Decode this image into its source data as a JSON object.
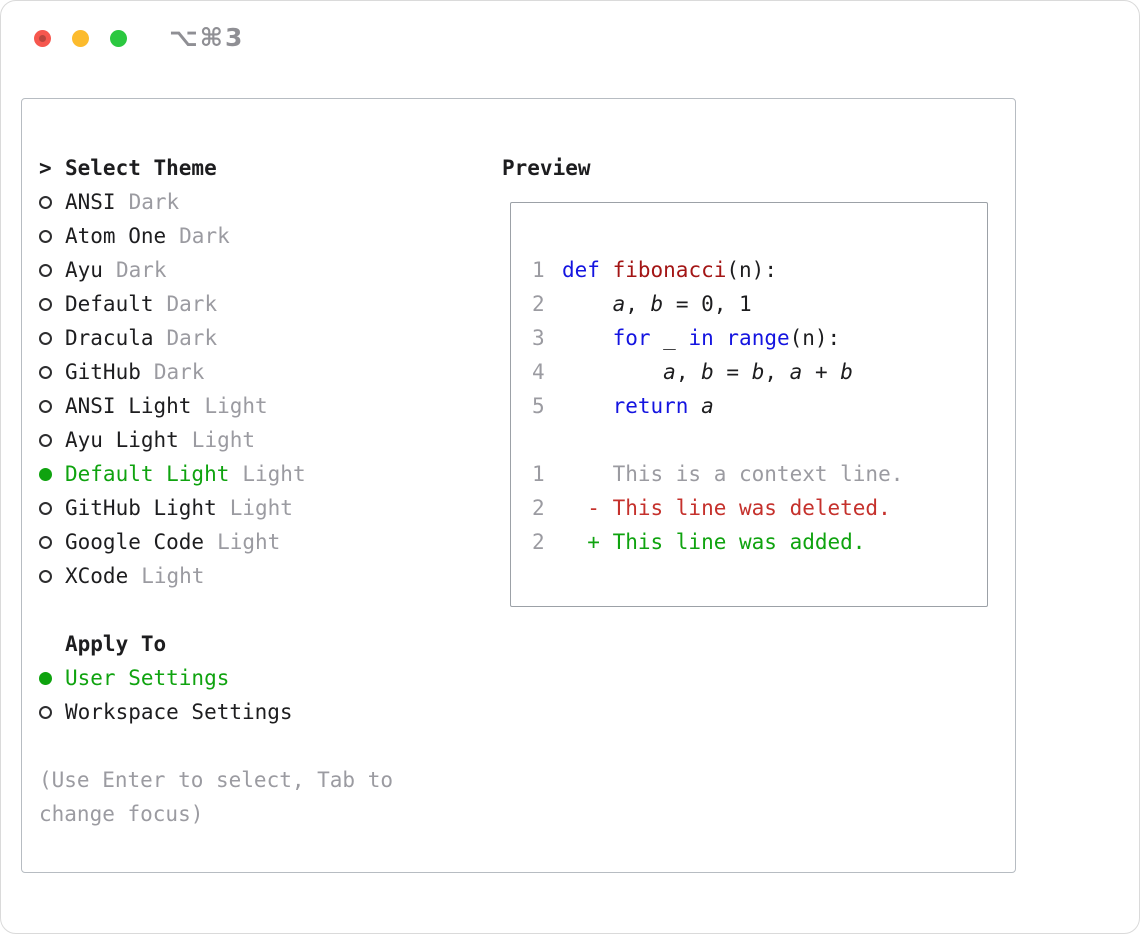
{
  "window": {
    "titlebar": {
      "shortcut_label": "⌥⌘3"
    }
  },
  "theme_selector": {
    "prompt": ">",
    "title": "Select Theme",
    "items": [
      {
        "name": "ANSI",
        "variant": "Dark",
        "selected": false
      },
      {
        "name": "Atom One",
        "variant": "Dark",
        "selected": false
      },
      {
        "name": "Ayu",
        "variant": "Dark",
        "selected": false
      },
      {
        "name": "Default",
        "variant": "Dark",
        "selected": false
      },
      {
        "name": "Dracula",
        "variant": "Dark",
        "selected": false
      },
      {
        "name": "GitHub",
        "variant": "Dark",
        "selected": false
      },
      {
        "name": "ANSI Light",
        "variant": "Light",
        "selected": false
      },
      {
        "name": "Ayu Light",
        "variant": "Light",
        "selected": false
      },
      {
        "name": "Default Light",
        "variant": "Light",
        "selected": true
      },
      {
        "name": "GitHub Light",
        "variant": "Light",
        "selected": false
      },
      {
        "name": "Google Code",
        "variant": "Light",
        "selected": false
      },
      {
        "name": "XCode",
        "variant": "Light",
        "selected": false
      }
    ]
  },
  "apply_to": {
    "title": "Apply To",
    "options": [
      {
        "name": "User Settings",
        "selected": true
      },
      {
        "name": "Workspace Settings",
        "selected": false
      }
    ]
  },
  "hint": "(Use Enter to select, Tab to change focus)",
  "preview": {
    "title": "Preview",
    "code_lines": [
      {
        "num": "1",
        "tokens": [
          {
            "text": "def",
            "style": "kw"
          },
          {
            "text": " "
          },
          {
            "text": "fibonacci",
            "style": "fn"
          },
          {
            "text": "(n):"
          }
        ]
      },
      {
        "num": "2",
        "tokens": [
          {
            "text": "    "
          },
          {
            "text": "a",
            "style": "var"
          },
          {
            "text": ", "
          },
          {
            "text": "b",
            "style": "var"
          },
          {
            "text": " = 0, 1"
          }
        ]
      },
      {
        "num": "3",
        "tokens": [
          {
            "text": "    "
          },
          {
            "text": "for",
            "style": "kw"
          },
          {
            "text": " _ "
          },
          {
            "text": "in",
            "style": "kw"
          },
          {
            "text": " "
          },
          {
            "text": "range",
            "style": "kw"
          },
          {
            "text": "(n):"
          }
        ]
      },
      {
        "num": "4",
        "tokens": [
          {
            "text": "        "
          },
          {
            "text": "a",
            "style": "var"
          },
          {
            "text": ", "
          },
          {
            "text": "b",
            "style": "var"
          },
          {
            "text": " = "
          },
          {
            "text": "b",
            "style": "var"
          },
          {
            "text": ", "
          },
          {
            "text": "a",
            "style": "var"
          },
          {
            "text": " + "
          },
          {
            "text": "b",
            "style": "var"
          }
        ]
      },
      {
        "num": "5",
        "tokens": [
          {
            "text": "    "
          },
          {
            "text": "return",
            "style": "kw"
          },
          {
            "text": " "
          },
          {
            "text": "a",
            "style": "var"
          }
        ]
      }
    ],
    "diff_lines": [
      {
        "num": "1",
        "type": "context",
        "text": "    This is a context line."
      },
      {
        "num": "2",
        "type": "deleted",
        "text": "  - This line was deleted."
      },
      {
        "num": "2",
        "type": "added",
        "text": "  + This line was added."
      }
    ]
  },
  "colors": {
    "accent_green": "#0fa30f",
    "added_green": "#0fa30f",
    "deleted_red": "#c5312c",
    "keyword_blue": "#1414e0",
    "function_red": "#a31515",
    "muted_gray": "#9b9ba1",
    "text": "#1d1d1f"
  }
}
